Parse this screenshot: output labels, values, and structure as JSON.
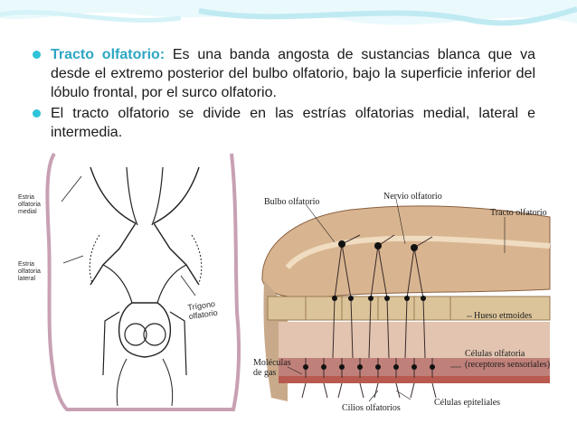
{
  "slide": {
    "bullets": [
      {
        "lead": "Tracto olfatorio:",
        "text": " Es una banda angosta de sustancias blanca que va desde el extremo posterior del bulbo olfatorio, bajo la superficie inferior del lóbulo frontal, por el surco olfatorio."
      },
      {
        "lead": "",
        "text": "El tracto olfatorio se divide en las estrías olfatorias medial, lateral e intermedia."
      }
    ]
  },
  "figure_left": {
    "label_medial": [
      "Estria",
      "olfatoria",
      "medial"
    ],
    "label_lateral": [
      "Estria",
      "olfatoria",
      "lateral"
    ],
    "label_trigono": [
      "Trígono",
      "olfatorio"
    ]
  },
  "figure_right": {
    "bulbo": "Bulbo olfatorio",
    "nervio": "Nervio olfatorio",
    "tracto": "Tracto olfatorio",
    "hueso": "Hueso etmoides",
    "celulas_olf": "Células olfatoria",
    "receptores": "(receptores sensoriales)",
    "moleculas": [
      "Moléculas",
      "de gas"
    ],
    "cilios": "Cilios olfatorios",
    "epiteliales": "Células epiteliales"
  },
  "colors": {
    "accent": "#2ec3d8",
    "lead_text": "#2ea6c4",
    "frame": "#c8a0b4",
    "bulb": "#d8b590",
    "bone": "#dcc49a",
    "tissue": "#c0807a"
  }
}
